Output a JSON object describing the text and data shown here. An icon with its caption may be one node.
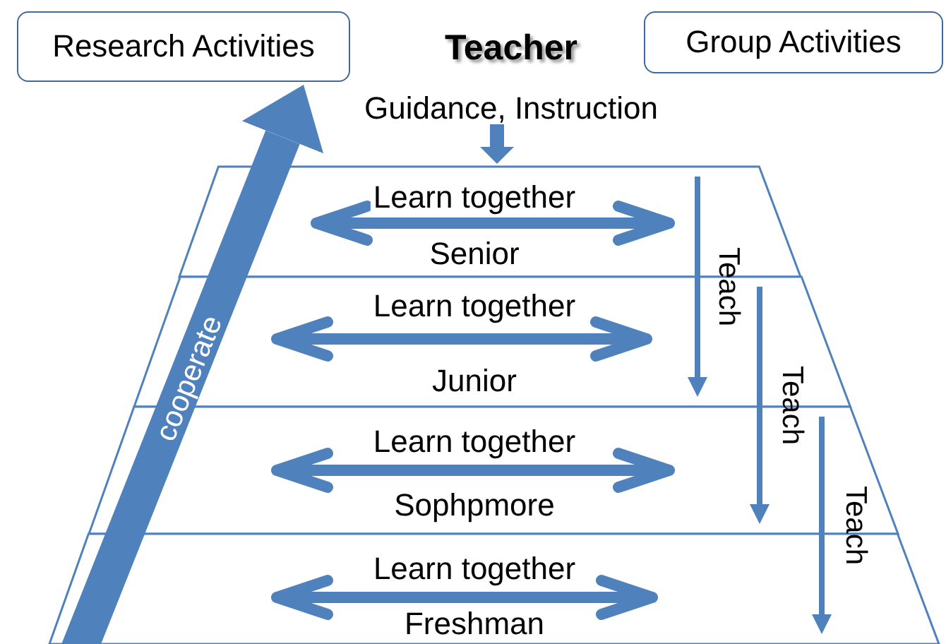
{
  "diagram": {
    "nodes": [
      {
        "text": [
          "Research Activities"
        ]
      },
      {
        "text": [
          "Group Activities"
        ]
      },
      {
        "text": [
          "Teacher",
          "Guidance, Instruction"
        ]
      },
      {
        "text": [
          "Learn together",
          "Senior"
        ]
      },
      {
        "text": [
          "Learn together",
          "Junior"
        ]
      },
      {
        "text": [
          "Learn together",
          "Sophpmore"
        ]
      },
      {
        "text": [
          "Learn together",
          "Freshman"
        ]
      },
      {
        "text": [],
        "shape": "arrow",
        "in": 3
      },
      {
        "text": [],
        "shape": "arrow",
        "in": 4
      },
      {
        "text": [],
        "shape": "arrow",
        "in": 5
      },
      {
        "text": [],
        "shape": "arrow",
        "in": 6
      }
    ],
    "edges": [
      {
        "from": 2,
        "to": 3,
        "arrow": "to",
        "style": "thick"
      },
      {
        "from": 3,
        "to": 4,
        "arrow": "to",
        "label": "Teach"
      },
      {
        "from": 4,
        "to": 5,
        "arrow": "to",
        "label": "Teach"
      },
      {
        "from": 5,
        "to": 6,
        "arrow": "to",
        "label": "Teach"
      },
      {
        "from": null,
        "to": 0,
        "arrow": "to",
        "label": "cooperate",
        "style": "thick"
      }
    ]
  }
}
